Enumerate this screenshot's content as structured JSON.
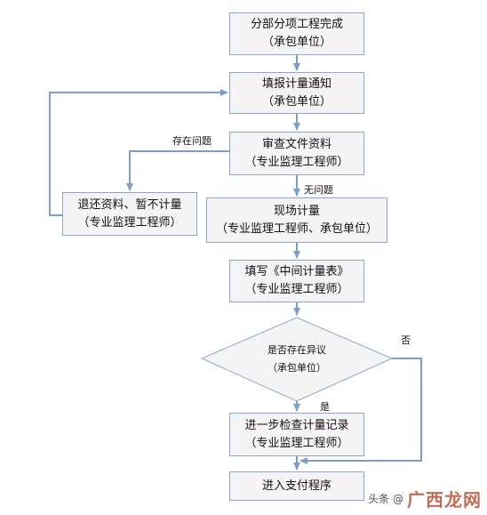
{
  "nodes": {
    "n1": {
      "line1": "分部分项工程完成",
      "line2": "（承包单位）"
    },
    "n2": {
      "line1": "填报计量通知",
      "line2": "（承包单位）"
    },
    "n3": {
      "line1": "审查文件资料",
      "line2": "（专业监理工程师）"
    },
    "n4": {
      "line1": "退还资料、暂不计量",
      "line2": "（专业监理工程师）"
    },
    "n5": {
      "line1": "现场计量",
      "line2": "（专业监理工程师、承包单位）"
    },
    "n6": {
      "line1": "填写《中间计量表》",
      "line2": "（专业监理工程师）"
    },
    "d1": {
      "line1": "是否存在异议",
      "line2": "（承包单位）"
    },
    "n7": {
      "line1": "进一步检查计量记录",
      "line2": "（专业监理工程师）"
    },
    "n8": {
      "line1": "进入支付程序"
    }
  },
  "edge_labels": {
    "has_problem": "存在问题",
    "no_problem": "无问题",
    "no": "否",
    "yes": "是"
  },
  "watermark": {
    "author": "头条 @",
    "brand": "广西龙网"
  },
  "colors": {
    "box_fill": "#f4f4f4",
    "box_border": "#8ea7c4",
    "arrow": "#7f9ec6",
    "text": "#111111"
  }
}
